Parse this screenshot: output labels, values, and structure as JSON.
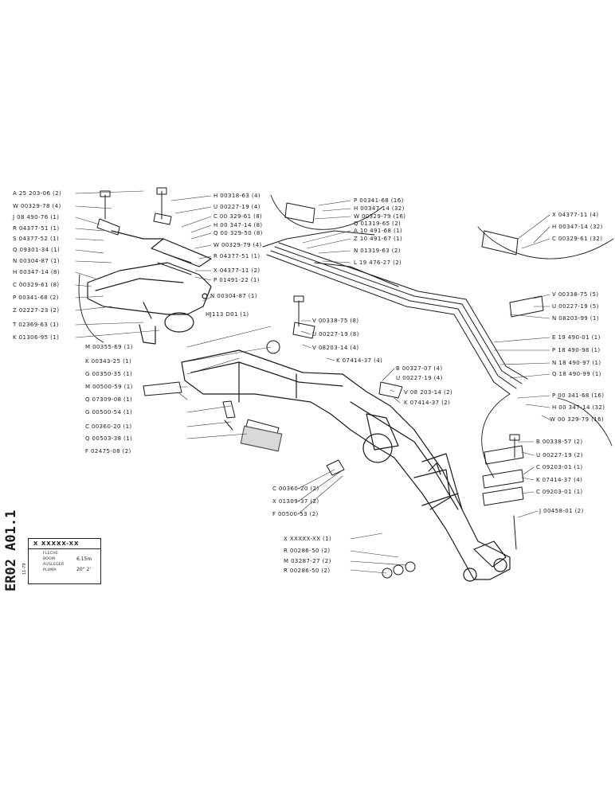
{
  "sheet": {
    "code": "ER02  A01.1",
    "part_number": "X XXXXX-XX",
    "names": [
      "FLECHE",
      "BOOM",
      "AUSLEGER",
      "PLUMA"
    ],
    "length": "6,15m",
    "angle": "20° 2'",
    "date": "11-79"
  },
  "callouts_left": [
    "A 25 203-06 (2)",
    "W 00329-78 (4)",
    "J 08 490-76 (1)",
    "R 04377-51 (1)",
    "S 04377-52 (1)",
    "Q 09301-34 (1)",
    "N 00304-87 (1)",
    "H 00347-14 (8)",
    "C 00329-61 (8)",
    "P 00341-68 (2)",
    "Z 02227-23 (2)",
    "T 02369-63 (1)",
    "K 01306-95 (1)"
  ],
  "callouts_top_center": [
    "H 00318-63 (4)",
    "U 00227-19 (4)",
    "C 00 329-61 (8)",
    "H 00 347-14 (8)",
    "Q 00 329-50 (8)",
    "W 00329-79 (4)",
    "R 04377-51 (1)",
    "X 04377-11 (2)",
    "P 01491-22 (1)",
    "N 00304-87 (1)",
    "HJ113 D01 (1)"
  ],
  "callouts_mid_left": [
    "M 00355-69 (1)",
    "K 00343-25 (1)",
    "G 00350-35 (1)",
    "M 00500-59 (1)",
    "Q 07309-08 (1)",
    "G 00500-54 (1)",
    "C 00360-20 (1)",
    "Q 00503-38 (1)",
    "F 02475-08 (2)"
  ],
  "callouts_mid": [
    "V 00338-75 (8)",
    "U 00227-19 (8)",
    "V 08203-14 (4)",
    "K 07414-37 (4)",
    "B 00327-07 (4)",
    "U 00227-19 (4)",
    "V 08 203-14 (2)",
    "K 07414-37 (2)"
  ],
  "callouts_top_right": [
    "P 00341-68 (16)",
    "H 00347-14 (32)",
    "W 00329-79 (16)",
    "Q 01319-65 (2)",
    "A 10 491-68 (1)",
    "Z 10 491-67 (1)",
    "N 01319-63 (2)",
    "L 19 476-27 (2)"
  ],
  "callouts_far_right": [
    "X 04377-11 (4)",
    "H 00347-14 (32)",
    "C 00329-61 (32)",
    "V 00338-75 (5)",
    "U 00227-19 (5)",
    "N 08203-99 (1)",
    "E 19 490-01 (1)",
    "P 18 490-98 (1)",
    "N 18 490-97 (1)",
    "Q 18 490-99 (1)",
    "P 00 341-68 (16)",
    "H 00 347-14 (32)",
    "W 00 329-79 (16)",
    "B 00338-57 (2)",
    "U 00227-19 (2)",
    "C 09203-01 (1)",
    "K 07414-37 (4)",
    "C 09203-01 (1)",
    "J 00458-01 (2)"
  ],
  "callouts_bottom": [
    "C 00360-20 (2)",
    "X 01309-37 (2)",
    "F 00500-53 (2)",
    "X XXXXX-XX (1)",
    "R 00286-50 (2)",
    "M 03287-27 (2)",
    "R 00286-50 (2)"
  ]
}
